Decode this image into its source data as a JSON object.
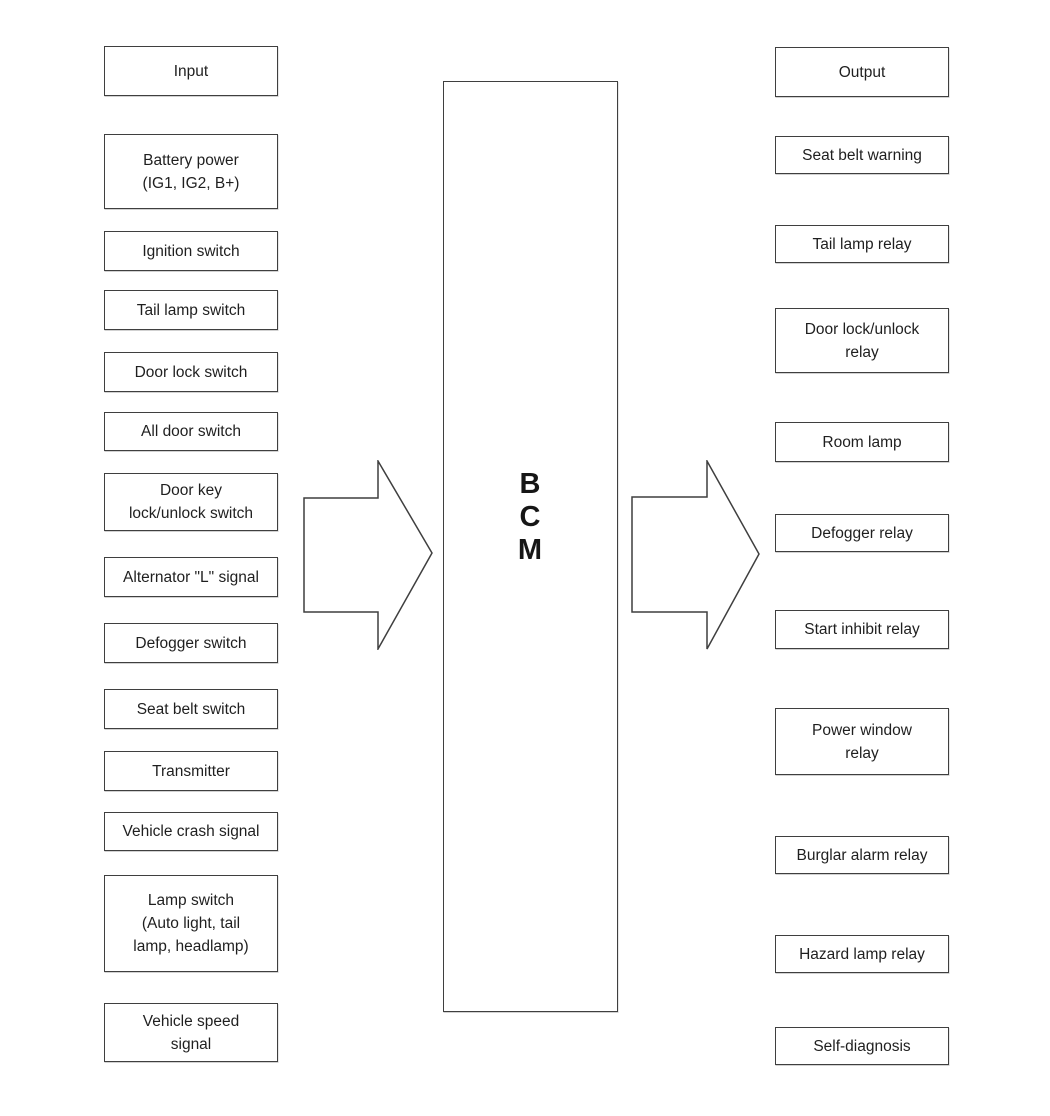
{
  "diagram": {
    "bcm": {
      "label": "B\nC\nM"
    },
    "inputs": {
      "header": "Input",
      "items": [
        "Battery power\n(IG1, IG2, B+)",
        "Ignition switch",
        "Tail lamp switch",
        "Door lock switch",
        "All door switch",
        "Door key\nlock/unlock switch",
        "Alternator \"L\" signal",
        "Defogger switch",
        "Seat belt switch",
        "Transmitter",
        "Vehicle crash signal",
        "Lamp switch\n(Auto light, tail\nlamp, headlamp)",
        "Vehicle speed\nsignal"
      ]
    },
    "outputs": {
      "header": "Output",
      "items": [
        "Seat belt warning",
        "Tail lamp relay",
        "Door lock/unlock\nrelay",
        "Room lamp",
        "Defogger relay",
        "Start inhibit relay",
        "Power window\nrelay",
        "Burglar alarm relay",
        "Hazard lamp relay",
        "Self-diagnosis"
      ]
    }
  },
  "colors": {
    "border": "#3f3f3f",
    "text": "#1f1f1f",
    "background": "#ffffff"
  }
}
